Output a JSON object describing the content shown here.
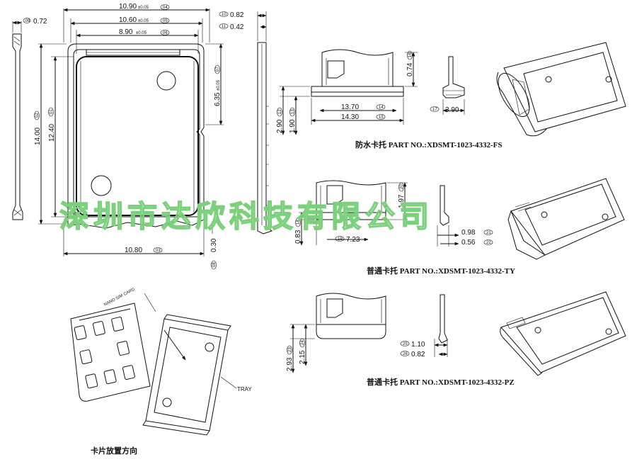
{
  "watermark": "深圳市达欣科技有限公司",
  "main_view": {
    "dims": {
      "total_width": "10.90",
      "total_width_tol": "±0.05",
      "inner_width": "10.60",
      "inner_width_tol": "±0.05",
      "card_width": "8.90",
      "card_width_tol": "±0.05",
      "bottom_width": "10.80",
      "height_total": "14.00",
      "height_inner": "12.40",
      "height_upper": "6.35",
      "height_upper_tol": "±0.05",
      "thickness_left": "0.72",
      "side_a": "0.82",
      "side_b": "0.42",
      "bottom_gap": "0.30"
    },
    "tags": {
      "t_total": "04",
      "t_inner": "05",
      "t_card": "06",
      "t_bottom": "03",
      "t_h_total": "02",
      "t_h_inner": "01",
      "t_h_upper": "07",
      "t_thick": "09",
      "t_side_a": "10",
      "t_side_b": "11",
      "t_gap": "08"
    }
  },
  "fs": {
    "caption": "防水卡托 PART NO.:XDSMT-1023-4332-FS",
    "dims": {
      "h1": "2.90",
      "h2": "1.90",
      "w1": "13.70",
      "w2": "14.30",
      "top": "0.74",
      "side": "3.90"
    },
    "tags": {
      "h1": "12",
      "h2": "13",
      "w1": "14",
      "w2": "15",
      "top": "16",
      "side": "17"
    }
  },
  "ty": {
    "caption": "普通卡托 PART NO.:XDSMT-1023-4332-TY",
    "dims": {
      "h": "0.83",
      "w": "7.23",
      "top": "1.97",
      "a": "0.98",
      "b": "0.56"
    },
    "tags": {
      "h": "18",
      "w": "19",
      "top": "20",
      "a": "21",
      "b": "22"
    }
  },
  "pz": {
    "caption": "普通卡托 PART NO.:XDSMT-1023-4332-PZ",
    "dims": {
      "h1": "2.93",
      "h2": "2.15",
      "a": "1.10",
      "b": "0.82"
    },
    "tags": {
      "h1": "23",
      "h2": "24",
      "a": "25",
      "b": "26"
    }
  },
  "placement": {
    "card_label": "NANO SIM CARD",
    "tray_label": "TRAY",
    "caption": "卡片放置方向"
  }
}
